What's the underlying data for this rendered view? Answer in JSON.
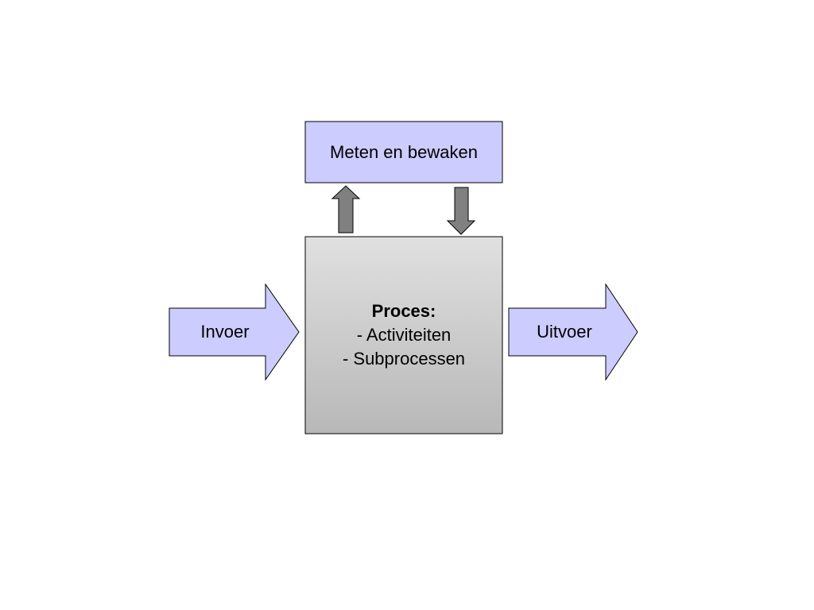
{
  "diagram": {
    "monitor_box": {
      "label": "Meten en bewaken",
      "fill": "#ccccff"
    },
    "process_box": {
      "title": "Proces:",
      "lines": [
        "- Activiteiten",
        "- Subprocessen"
      ],
      "gradient_top": "#e0e0e0",
      "gradient_bottom": "#b8b8b8"
    },
    "input_arrow": {
      "label": "Invoer",
      "fill": "#ccccff"
    },
    "output_arrow": {
      "label": "Uitvoer",
      "fill": "#ccccff"
    },
    "feedback_arrows": {
      "up_fill": "#808080",
      "down_fill": "#808080"
    }
  }
}
